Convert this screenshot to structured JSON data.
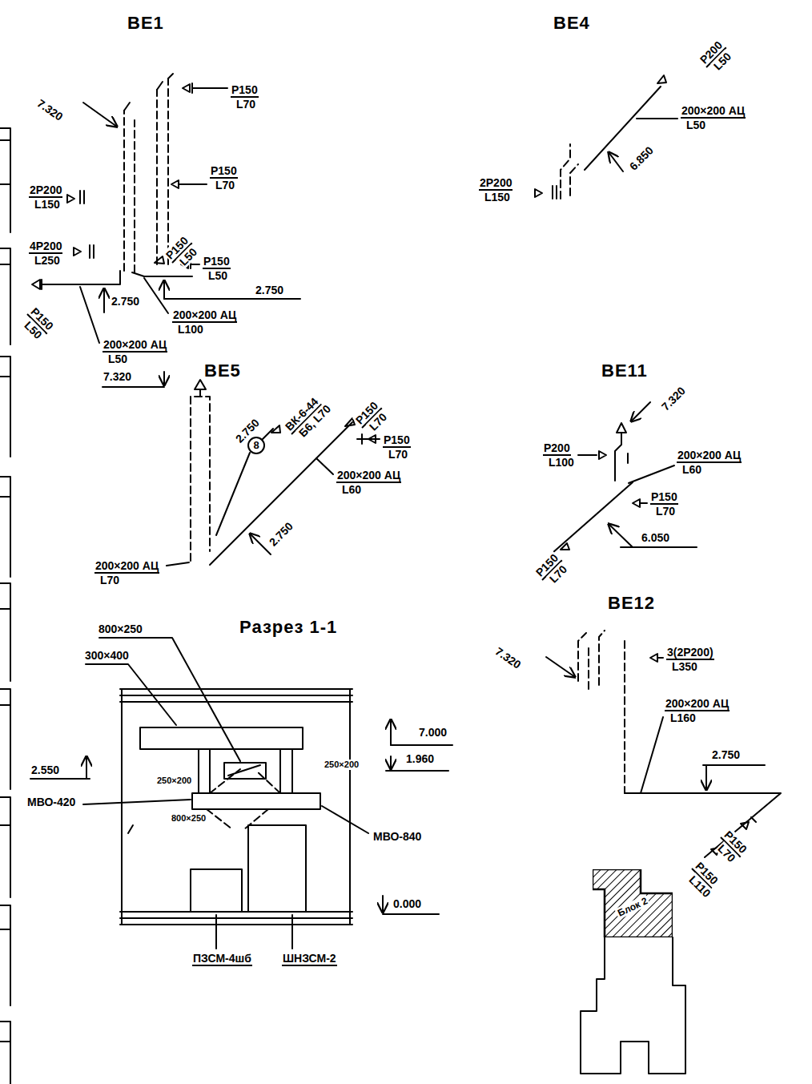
{
  "diagram": {
    "nodes": [
      {
        "text": [
          "Блок 2"
        ]
      }
    ],
    "labels": [
      "ВЕ1",
      "7.320",
      "Р150",
      "L70",
      "Р150",
      "L70",
      "2Р200",
      "L150",
      "4Р200",
      "L250",
      "Р150",
      "L50",
      "Р150",
      "L50",
      "2.750",
      "2.750",
      "200×200 АЦ",
      "L100",
      "Р150",
      "L50",
      "200×200 АЦ",
      "L50",
      "ВЕ5",
      "7.320",
      "2.750",
      "ВК-6-44",
      "Б6, L70",
      "8",
      "Р150",
      "L70",
      "Р150",
      "L70",
      "200×200 АЦ",
      "L60",
      "2.750",
      "200×200 АЦ",
      "L70",
      "Разрез 1-1",
      "800×250",
      "300×400",
      "7.000",
      "1.960",
      "2.550",
      "250×200",
      "250×200",
      "МВО-420",
      "800×250",
      "МВО-840",
      "0.000",
      "ПЗСМ-4шб",
      "ШНЗСМ-2",
      "ВЕ4",
      "Р200",
      "L50",
      "200×200 АЦ",
      "L50",
      "6.850",
      "2Р200",
      "L150",
      "ВЕ11",
      "7.320",
      "Р200",
      "L100",
      "200×200 АЦ",
      "L60",
      "Р150",
      "L70",
      "Р150",
      "L70",
      "6.050",
      "ВЕ12",
      "7.320",
      "3(2Р200)",
      "L350",
      "200×200 АЦ",
      "L160",
      "2.750",
      "Р150",
      "L70",
      "Р150",
      "L110"
    ]
  }
}
